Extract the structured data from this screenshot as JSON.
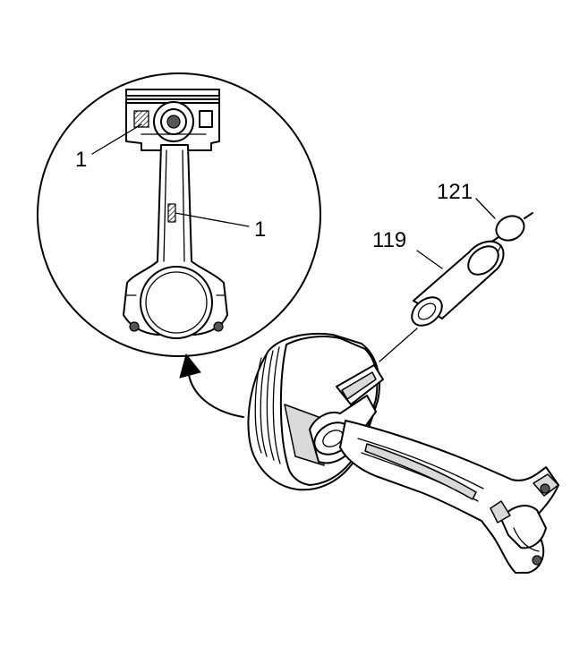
{
  "callouts": {
    "detail_top": "1",
    "detail_rod": "1",
    "pin_retainer": "121",
    "piston_pin": "119"
  }
}
